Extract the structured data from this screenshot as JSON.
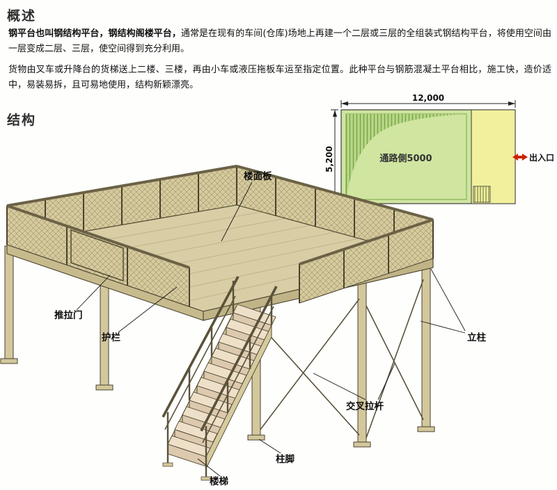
{
  "headings": {
    "overview": "概述",
    "structure": "结构"
  },
  "paragraphs": {
    "p1_bold": "钢平台也叫钢结构平台，钢结构阁楼平台，",
    "p1_rest": "通常是在现有的车间(仓库)场地上再建一个二层或三层的全组装式钢结构平台，将使用空间由一层变成二层、三层，使空间得到充分利用。",
    "p2": "货物由叉车或升降台的货梯送上二楼、三楼，再由小车或液压拖板车运至指定位置。此种平台与钢筋混凝土平台相比，施工快，造价适中，易装易拆，且可易地使用，结构新颖漂亮。"
  },
  "plan": {
    "width_dim": "12,000",
    "depth_dim": "5,200",
    "aisle": "通路側5000",
    "entrance": "出入口"
  },
  "callouts": {
    "floor_panel": "楼面板",
    "sliding_door": "推拉门",
    "guardrail": "护栏",
    "column": "立柱",
    "cross_brace": "交叉拉杆",
    "column_base": "柱脚",
    "stairs": "楼梯"
  },
  "colors": {
    "plan_green": "#cfe5a0",
    "plan_yellow": "#f2ef9d",
    "deck_tan": "#d8cda4",
    "arrow_red": "#cc2200"
  }
}
